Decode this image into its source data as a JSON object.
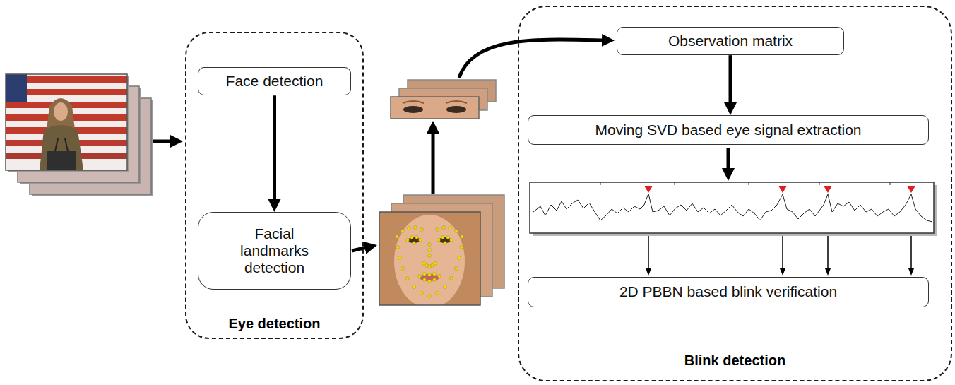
{
  "diagram": {
    "nodes": [
      {
        "text": [
          "Eye detection"
        ]
      },
      {
        "text": [
          "Face detection"
        ],
        "in": 0
      },
      {
        "text": [
          "Facial landmarks detection"
        ],
        "in": 0
      },
      {
        "text": [
          "Blink detection"
        ]
      },
      {
        "text": [
          "Observation matrix"
        ],
        "in": 3
      },
      {
        "text": [
          "Moving SVD based eye signal extraction"
        ],
        "in": 3
      },
      {
        "text": [
          "2D PBBN based blink verification"
        ],
        "in": 3
      }
    ],
    "edges": [
      {
        "from": 1,
        "to": 2,
        "arrow": "to"
      },
      {
        "from": 4,
        "to": 5,
        "arrow": "to"
      }
    ]
  }
}
